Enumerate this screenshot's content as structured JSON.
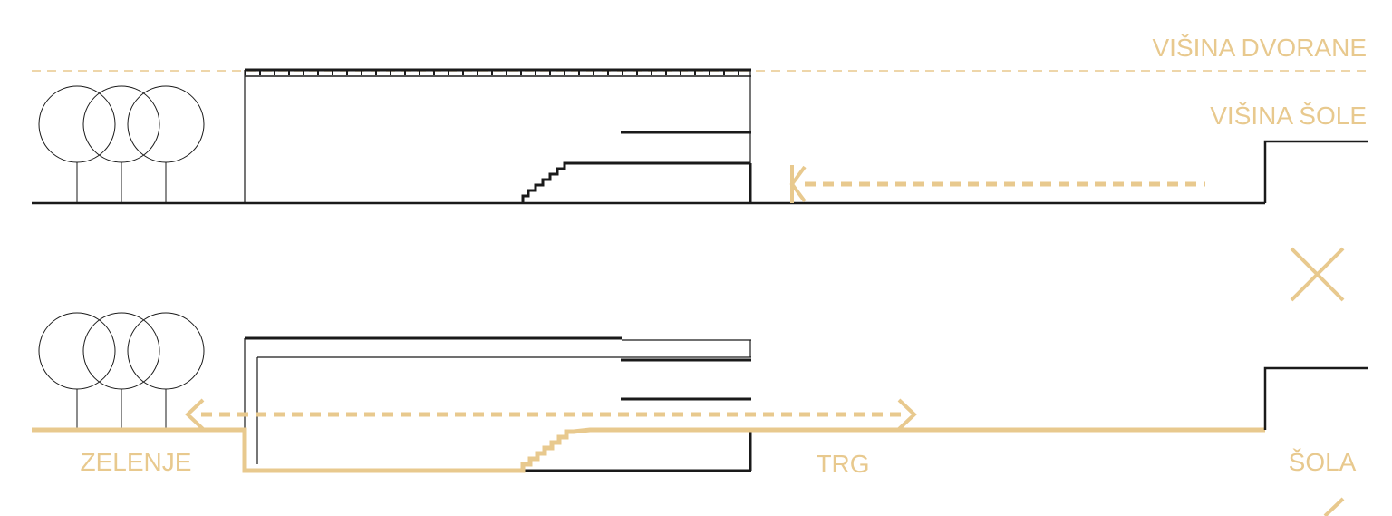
{
  "colors": {
    "accent": "#e8c98e",
    "ink": "#1a1a1a",
    "background": "#ffffff"
  },
  "labels": {
    "hall_height": "VIŠINA DVORANE",
    "school_height": "VIŠINA ŠOLE",
    "greenery": "ZELENJE",
    "square": "TRG",
    "school": "ŠOLA"
  }
}
